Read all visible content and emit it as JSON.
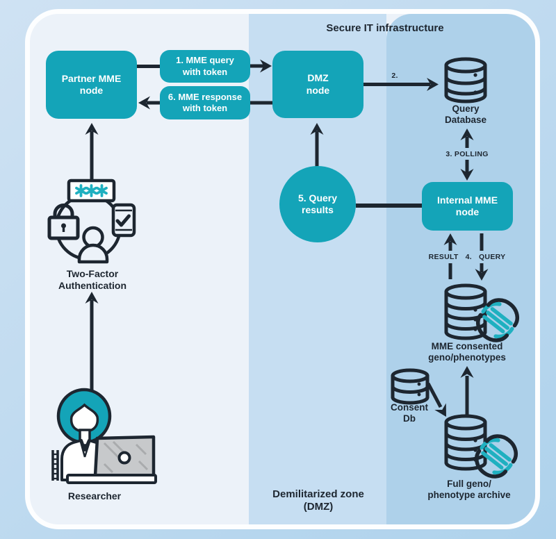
{
  "header": {
    "secure_title": "Secure IT infrastructure"
  },
  "zones": {
    "dmz_caption": "Demilitarized zone\n(DMZ)"
  },
  "nodes": {
    "partner": {
      "label": "Partner MME\nnode"
    },
    "dmz": {
      "label": "DMZ\nnode"
    },
    "internal": {
      "label": "Internal MME\nnode"
    },
    "results": {
      "label": "5. Query\nresults"
    }
  },
  "messages": {
    "query": {
      "label": "1. MME query\nwith token"
    },
    "response": {
      "label": "6. MME response\nwith token"
    }
  },
  "steps": {
    "step2": "2.",
    "step3": "3. POLLING",
    "result": "RESULT",
    "step4": "4.",
    "query": "QUERY"
  },
  "datastores": {
    "query_db": {
      "label": "Query\nDatabase",
      "icon": "database-icon"
    },
    "consented": {
      "label": "MME consented\ngeno/phenotypes",
      "icon": "database-dna-icon"
    },
    "consent": {
      "label": "Consent\nDb",
      "icon": "database-icon"
    },
    "archive": {
      "label": "Full geno/\nphenotype archive",
      "icon": "database-dna-icon"
    }
  },
  "actors": {
    "researcher": {
      "label": "Researcher",
      "icon": "researcher-illustration"
    },
    "two_factor": {
      "label": "Two-Factor\nAuthentication",
      "icons": [
        "password-asterisks-icon",
        "padlock-icon",
        "phone-check-icon",
        "person-icon"
      ]
    }
  },
  "colors": {
    "teal": "#14a4b8",
    "ink": "#1d2630",
    "outer_top": "#cfe2f3",
    "outer_bottom": "#aed2ec",
    "card": "#ecf2f9",
    "dmz_band": "#c6def2",
    "secure_zone": "#aed1ea",
    "dna_teal": "#1fb0c0",
    "laptop_gray": "#c7c9cb",
    "white": "#ffffff"
  }
}
